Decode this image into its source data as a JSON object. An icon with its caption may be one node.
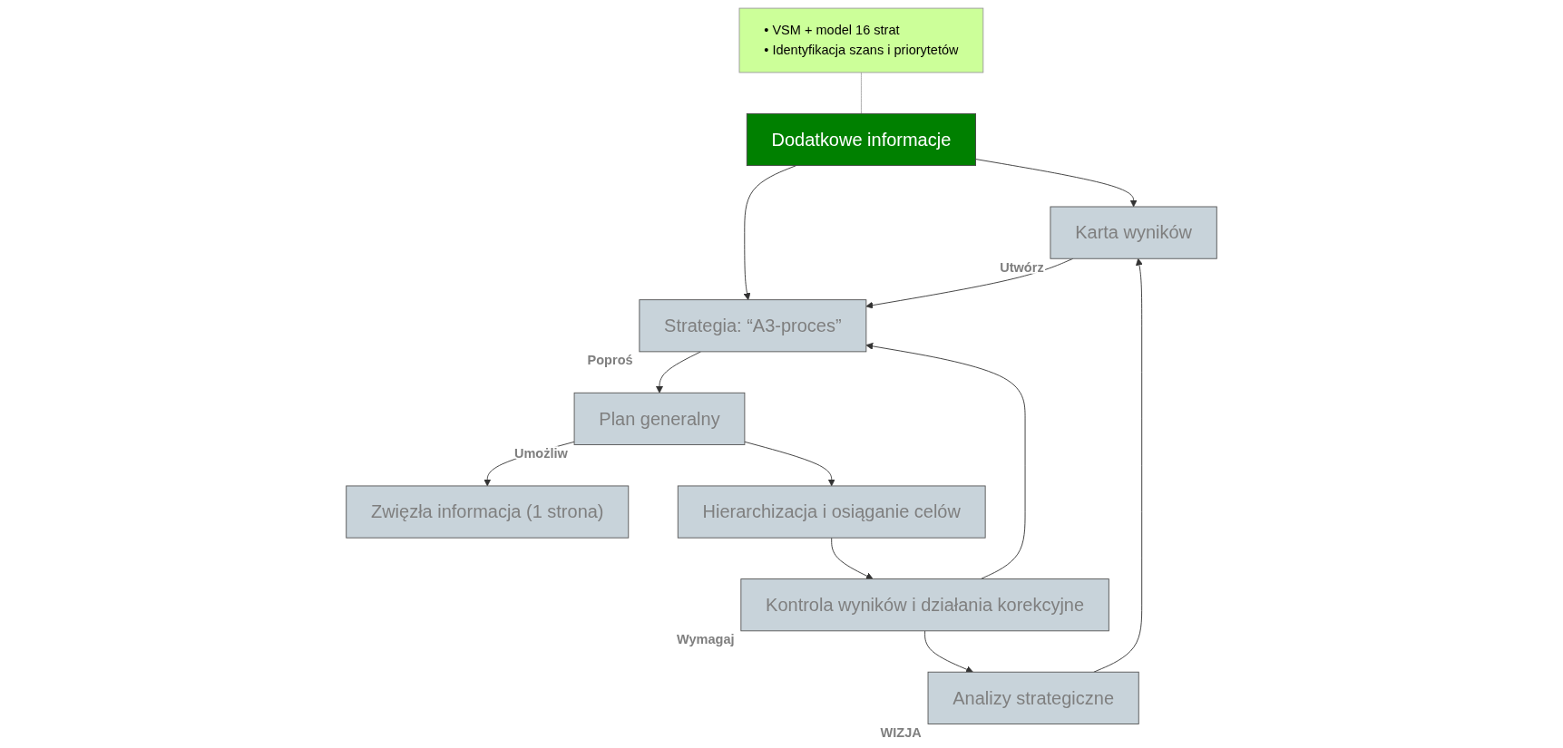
{
  "diagram": {
    "nodes": [
      {
        "text": [
          "• VSM + model 16 strat",
          "• Identyfikacja szans i priorytetów"
        ]
      },
      {
        "text": [
          "Analizy strategiczne"
        ],
        "beside": [
          "WIZJA"
        ]
      },
      {
        "text": [
          "Dodatkowe informacje"
        ]
      },
      {
        "text": [
          "Karta wyników"
        ],
        "beside": [
          "Utwórz"
        ]
      },
      {
        "text": [
          "Strategia: “A3-proces”"
        ],
        "beside": [
          "Poproś"
        ]
      },
      {
        "text": [
          "Plan generalny"
        ],
        "beside": [
          "Umożliw"
        ]
      },
      {
        "text": [
          "Zwięzła informacja (1 strona)"
        ]
      },
      {
        "text": [
          "Hierarchizacja i osiąganie celów"
        ]
      },
      {
        "text": [
          "Kontrola wyników i działania korekcyjne"
        ],
        "beside": [
          "Wymagaj"
        ]
      }
    ],
    "edges": [
      {
        "from": 0,
        "to": 2,
        "arrow": "none",
        "color": "#a6a6a6"
      },
      {
        "from": 1,
        "to": 3,
        "arrow": "to"
      },
      {
        "from": 2,
        "to": 3,
        "arrow": "to"
      },
      {
        "from": 2,
        "to": 4,
        "arrow": "to"
      },
      {
        "from": 3,
        "to": 4,
        "arrow": "to"
      },
      {
        "from": 4,
        "to": 5,
        "arrow": "to"
      },
      {
        "from": 5,
        "to": 6,
        "arrow": "to"
      },
      {
        "from": 5,
        "to": 7,
        "arrow": "to"
      },
      {
        "from": 7,
        "to": 8,
        "arrow": "to"
      },
      {
        "from": 8,
        "to": 4,
        "arrow": "to"
      },
      {
        "from": 8,
        "to": 1,
        "arrow": "to"
      }
    ]
  }
}
